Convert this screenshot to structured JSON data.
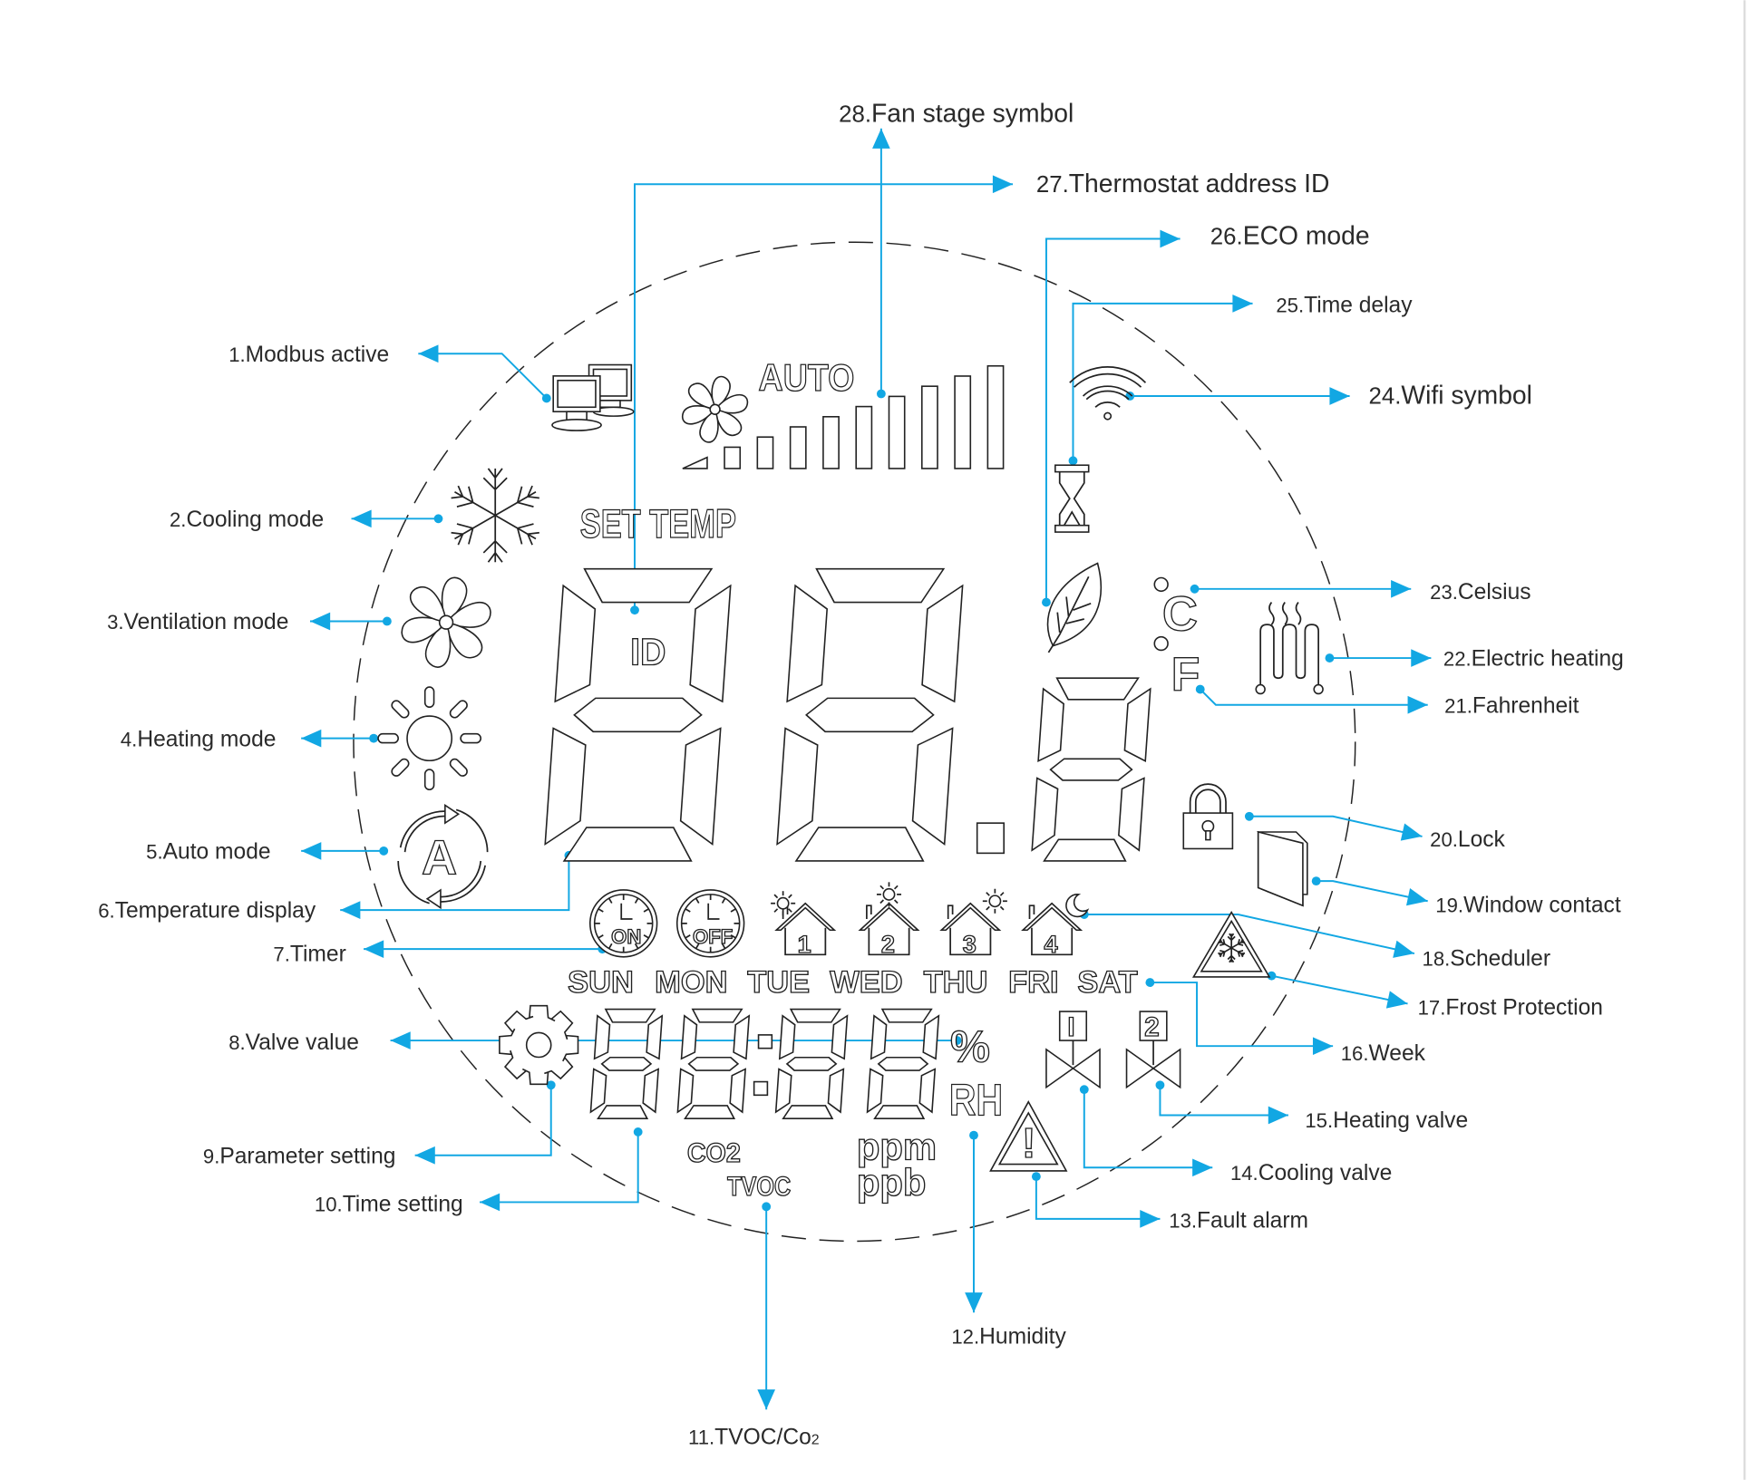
{
  "colors": {
    "leader": "#12a7e3",
    "text": "#2a2a2a",
    "outline": "#222222"
  },
  "labels": [
    {
      "num": "1.",
      "text": "Modbus active"
    },
    {
      "num": "2.",
      "text": "Cooling mode"
    },
    {
      "num": "3.",
      "text": "Ventilation mode"
    },
    {
      "num": "4.",
      "text": "Heating mode"
    },
    {
      "num": "5.",
      "text": "Auto mode"
    },
    {
      "num": "6.",
      "text": "Temperature display"
    },
    {
      "num": "7.",
      "text": "Timer"
    },
    {
      "num": "8.",
      "text": "Valve value"
    },
    {
      "num": "9.",
      "text": "Parameter setting"
    },
    {
      "num": "10.",
      "text": "Time setting"
    },
    {
      "num": "11.",
      "text": "TVOC/Co",
      "sub": "2"
    },
    {
      "num": "12.",
      "text": "Humidity"
    },
    {
      "num": "13.",
      "text": "Fault alarm"
    },
    {
      "num": "14.",
      "text": "Cooling valve"
    },
    {
      "num": "15.",
      "text": "Heating valve"
    },
    {
      "num": "16.",
      "text": "Week"
    },
    {
      "num": "17.",
      "text": "Frost Protection"
    },
    {
      "num": "18.",
      "text": "Scheduler"
    },
    {
      "num": "19.",
      "text": "Window contact"
    },
    {
      "num": "20.",
      "text": "Lock"
    },
    {
      "num": "21.",
      "text": "Fahrenheit"
    },
    {
      "num": "22.",
      "text": "Electric heating"
    },
    {
      "num": "23.",
      "text": "Celsius"
    },
    {
      "num": "24.",
      "text": "Wifi symbol"
    },
    {
      "num": "25.",
      "text": "Time delay"
    },
    {
      "num": "26.",
      "text": "ECO mode"
    },
    {
      "num": "27.",
      "text": "Thermostat address ID"
    },
    {
      "num": "28.",
      "text": "Fan stage symbol"
    }
  ],
  "lcd": {
    "auto": "AUTO",
    "set_temp": "SET TEMP",
    "id": "ID",
    "timer_on": "ON",
    "timer_off": "OFF",
    "schedule_numbers": [
      "1",
      "2",
      "3",
      "4"
    ],
    "days": [
      "SUN",
      "MON",
      "TUE",
      "WED",
      "THU",
      "FRI",
      "SAT"
    ],
    "percent": "%",
    "rh": "RH",
    "co2": "CO2",
    "tvoc": "TVOC",
    "ppm": "ppm",
    "ppb": "ppb",
    "celsius": "C",
    "fahrenheit": "F",
    "valve_1": "I",
    "valve_2": "2",
    "auto_mode_letter": "A",
    "fault": "!"
  },
  "fan_stages": 10
}
